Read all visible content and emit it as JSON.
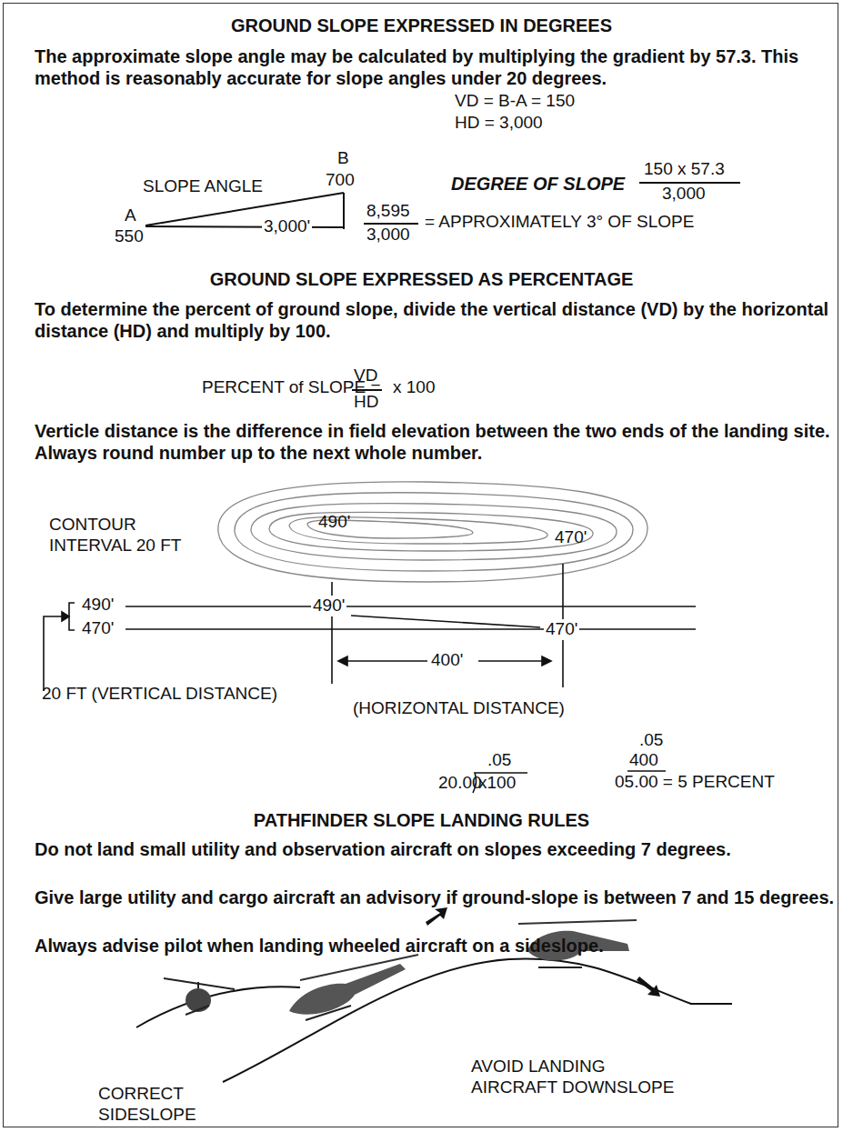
{
  "diagram": {
    "title": "GROUND SLOPE EXPRESSED IN DEGREES",
    "labels": [
      "The approximate slope angle may be calculated by multiplying the gradient by 57.3. This method is reasonably accurate for slope angles under 20 degrees.",
      "VD = B-A = 150",
      "HD = 3,000",
      "B",
      "700",
      "SLOPE ANGLE",
      "DEGREE OF SLOPE",
      "150 x 57.3",
      "3,000",
      "A",
      "550",
      "3,000'",
      "8,595",
      "3,000",
      "= APPROXIMATELY 3° OF SLOPE",
      "GROUND SLOPE EXPRESSED AS PERCENTAGE",
      "To determine the percent of ground slope, divide the vertical distance (VD) by the horizontal distance (HD) and multiply by 100.",
      "PERCENT of SLOPE =",
      "VD",
      "HD",
      "x 100",
      "Verticle distance is the difference in field elevation between the two ends of the landing site. Always round number up to the next whole number.",
      "CONTOUR INTERVAL 20 FT",
      "490'",
      "470'",
      "490'",
      "470'",
      "490'",
      "470'",
      "400'",
      "20 FT (VERTICAL DISTANCE)",
      "(HORIZONTAL DISTANCE)",
      ".05",
      ".05",
      "400",
      "20.00",
      "x100",
      "05.00 = 5 PERCENT",
      "PATHFINDER SLOPE LANDING RULES",
      "Do not land small utility and observation aircraft on slopes exceeding 7 degrees.",
      "Give large utility and cargo aircraft an advisory if ground-slope is between 7 and 15 degrees.",
      "Always advise pilot when landing wheeled aircraft on a sideslope.",
      "AVOID LANDING AIRCRAFT DOWNSLOPE",
      "CORRECT SIDESLOPE"
    ]
  }
}
